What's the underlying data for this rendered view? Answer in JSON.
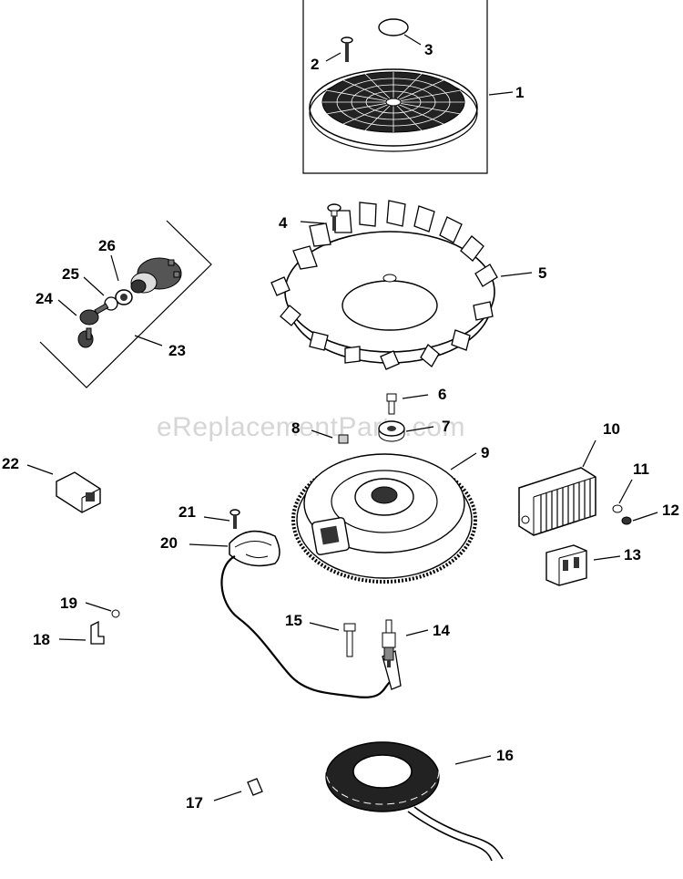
{
  "watermark": "eReplacementParts.com",
  "callouts": {
    "c1": "1",
    "c2": "2",
    "c3": "3",
    "c4": "4",
    "c5": "5",
    "c6": "6",
    "c7": "7",
    "c8": "8",
    "c9": "9",
    "c10": "10",
    "c11": "11",
    "c12": "12",
    "c13": "13",
    "c14": "14",
    "c15": "15",
    "c16": "16",
    "c17": "17",
    "c18": "18",
    "c19": "19",
    "c20": "20",
    "c21": "21",
    "c22": "22",
    "c23": "23",
    "c24": "24",
    "c25": "25",
    "c26": "26"
  }
}
